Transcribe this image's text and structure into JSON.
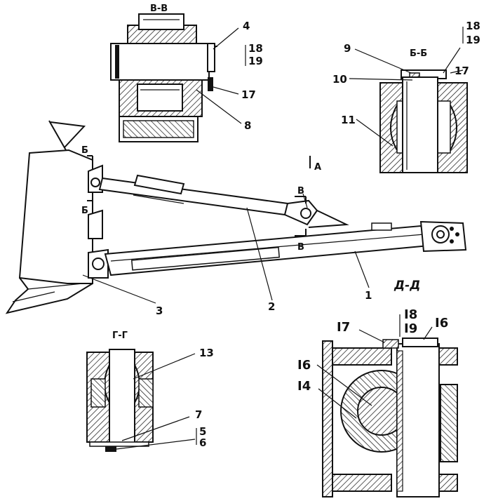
{
  "section_titles": {
    "vv": "В-В",
    "bb": "Б-Б",
    "gg": "Г-Г",
    "dd": "Д-Д"
  },
  "section_marks": {
    "b_top": "Б",
    "b_bottom": "Б",
    "v_top": "В",
    "v_bottom": "В",
    "a": "А"
  },
  "callouts": {
    "vv": {
      "c4": "4",
      "c18": "18",
      "c19": "19",
      "c17": "17",
      "c8": "8"
    },
    "bb": {
      "c9": "9",
      "c10": "10",
      "c11": "11",
      "c18": "18",
      "c19": "19",
      "c17": "17"
    },
    "main": {
      "c1": "1",
      "c2": "2",
      "c3": "3"
    },
    "gg": {
      "c13": "13",
      "c7": "7",
      "c5": "5",
      "c6": "6"
    },
    "dd": {
      "c17": "I7",
      "c18": "I8",
      "c19": "I9",
      "c16a": "I6",
      "c16b": "I6",
      "c14": "I4"
    }
  },
  "colors": {
    "ink": "#111111",
    "paper": "#ffffff"
  }
}
